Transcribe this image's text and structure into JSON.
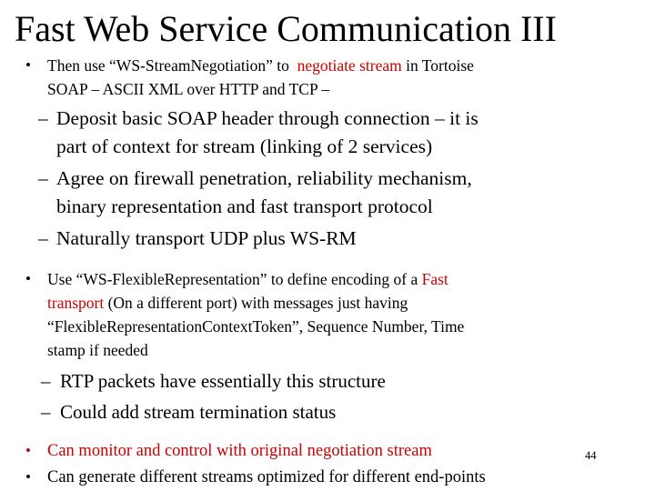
{
  "slide": {
    "title": "Fast Web Service Communication III",
    "page_number": "44"
  },
  "colors": {
    "background": "#ffffff",
    "text": "#000000",
    "accent_red": "#cc0000"
  },
  "glyphs": {
    "bullet": "•",
    "dash": "–"
  },
  "bullet1": {
    "line1_black1": "Then use “WS-StreamNegotiation” to  ",
    "line1_red": "negotiate stream",
    "line1_black2": " in Tortoise",
    "line2": "SOAP – ASCII XML over HTTP and TCP –"
  },
  "sub_bullets_a": {
    "item1_line1": "Deposit basic SOAP header through connection – it is",
    "item1_line2": "part of context for stream (linking of 2 services)",
    "item2_line1": "Agree on firewall penetration, reliability mechanism,",
    "item2_line2": "binary representation and fast transport protocol",
    "item3": "Naturally transport UDP plus WS-RM"
  },
  "bullet2": {
    "line1_black": "Use “WS-FlexibleRepresentation” to define encoding of a ",
    "line1_red": "Fast",
    "line2_red": "transport",
    "line2_black": " (On a different port) with messages just having",
    "line3": "“FlexibleRepresentationContextToken”, Sequence Number, Time",
    "line4": "stamp if needed"
  },
  "sub_bullets_b": {
    "item1": "RTP packets have essentially this structure",
    "item2": "Could add stream termination status"
  },
  "bullet3_red": "Can monitor and control with original negotiation stream",
  "bullet4": "Can generate different streams optimized for different end-points"
}
